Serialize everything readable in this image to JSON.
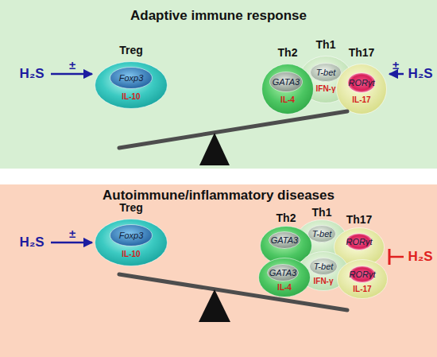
{
  "diagram": {
    "nodes": [
      {
        "text": [
          "Adaptive immune response"
        ]
      },
      {
        "text": [
          "Treg",
          "IL-10"
        ],
        "in": 0
      },
      {
        "text": [
          "Foxp3"
        ],
        "in": 1
      },
      {
        "text": [
          "Th2",
          "IL-4"
        ],
        "in": 0
      },
      {
        "text": [
          "GATA3"
        ],
        "in": 3
      },
      {
        "text": [
          "Th1",
          "IFN-γ"
        ],
        "in": 0
      },
      {
        "text": [
          "T-bet"
        ],
        "in": 5
      },
      {
        "text": [
          "Th17",
          "IL-17"
        ],
        "in": 0
      },
      {
        "text": [
          "RORγt"
        ],
        "in": 7
      },
      {
        "text": [
          "Autoimmune/inflammatory diseases"
        ]
      },
      {
        "text": [
          "Treg",
          "IL-10"
        ],
        "in": 9
      },
      {
        "text": [
          "Foxp3"
        ],
        "in": 10
      },
      {
        "text": [
          "Th2"
        ],
        "in": 9
      },
      {
        "text": [
          "GATA3"
        ],
        "in": 12
      },
      {
        "text": [
          "Th1"
        ],
        "in": 9
      },
      {
        "text": [
          "T-bet"
        ],
        "in": 14
      },
      {
        "text": [
          "Th17"
        ],
        "in": 9
      },
      {
        "text": [
          "RORγt"
        ],
        "in": 16
      },
      {
        "text": [
          "IL-4"
        ],
        "in": 9
      },
      {
        "text": [
          "GATA3"
        ],
        "in": 18
      },
      {
        "text": [
          "IFN-γ"
        ],
        "in": 9
      },
      {
        "text": [
          "T-bet"
        ],
        "in": 20
      },
      {
        "text": [
          "IL-17"
        ],
        "in": 9
      },
      {
        "text": [
          "RORγt"
        ],
        "in": 22
      }
    ],
    "labels": [
      "H₂S",
      "±",
      "H₂S",
      "±",
      "H₂S",
      "±",
      "H₂S"
    ]
  }
}
